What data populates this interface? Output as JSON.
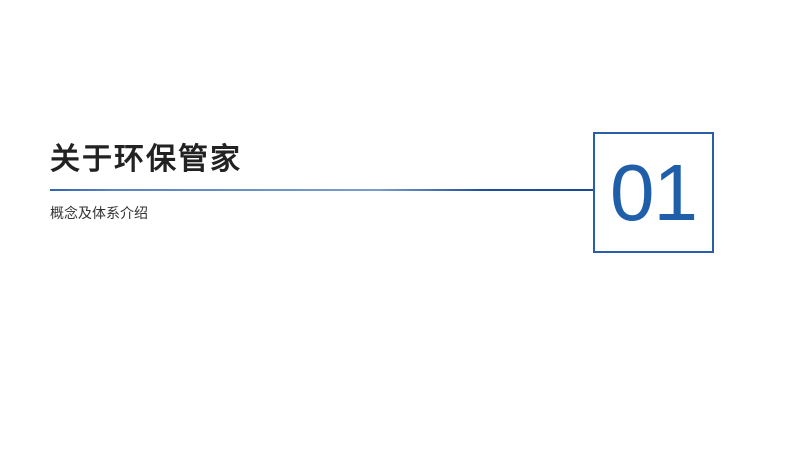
{
  "slide": {
    "title": "关于环保管家",
    "subtitle": "概念及体系介绍",
    "section_number": "01",
    "accent_color": "#1f5ea9"
  }
}
